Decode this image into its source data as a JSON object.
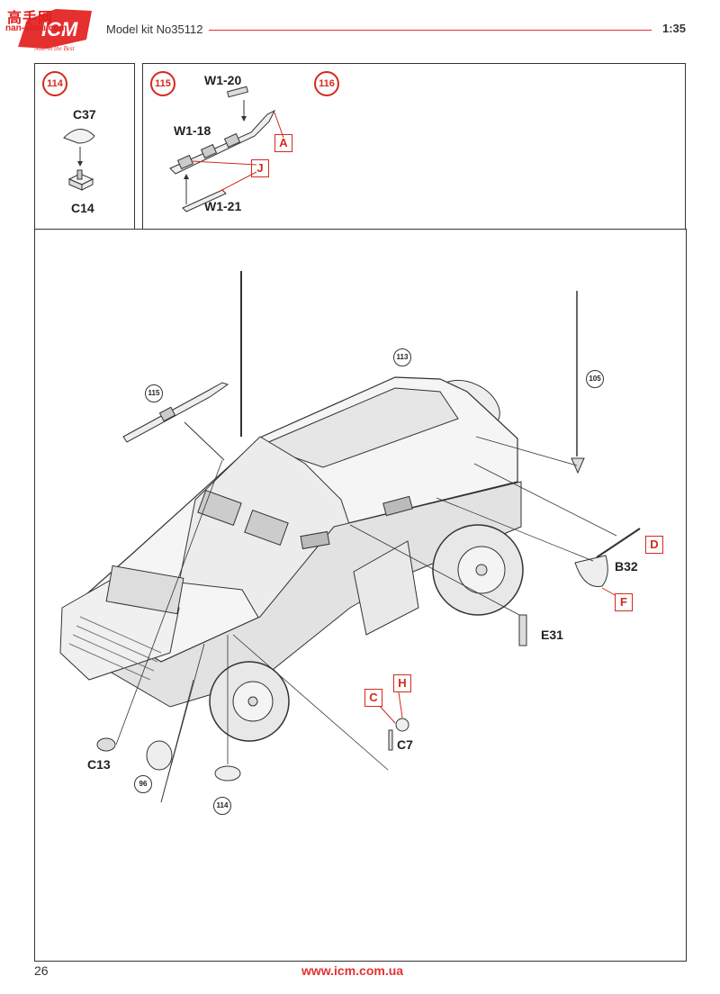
{
  "header": {
    "watermark_text": "高手网",
    "watermark_url": "nan-shou.com",
    "kit_title": "Model kit No35112",
    "scale": "1:35",
    "logo_text": "ICM",
    "logo_tagline": "Note in the Best"
  },
  "steps": {
    "s114": {
      "number": "114",
      "parts": {
        "top": "C37",
        "bottom": "C14"
      }
    },
    "s115": {
      "number": "115",
      "parts": {
        "top": "W1-20",
        "mid": "W1-18",
        "bottom": "W1-21"
      },
      "letters": {
        "a": "A",
        "j": "J"
      }
    },
    "s116": {
      "number": "116"
    }
  },
  "main": {
    "refs": {
      "r113": "113",
      "r115": "115",
      "r105": "105",
      "r96": "96",
      "r114": "114"
    },
    "parts": {
      "b32": "B32",
      "e31": "E31",
      "c7": "C7",
      "c13": "C13"
    },
    "letters": {
      "d": "D",
      "f": "F",
      "c": "C",
      "h": "H"
    }
  },
  "footer": {
    "page_number": "26",
    "url": "www.icm.com.ua"
  },
  "colors": {
    "accent": "#d42a1e",
    "line": "#333333"
  }
}
